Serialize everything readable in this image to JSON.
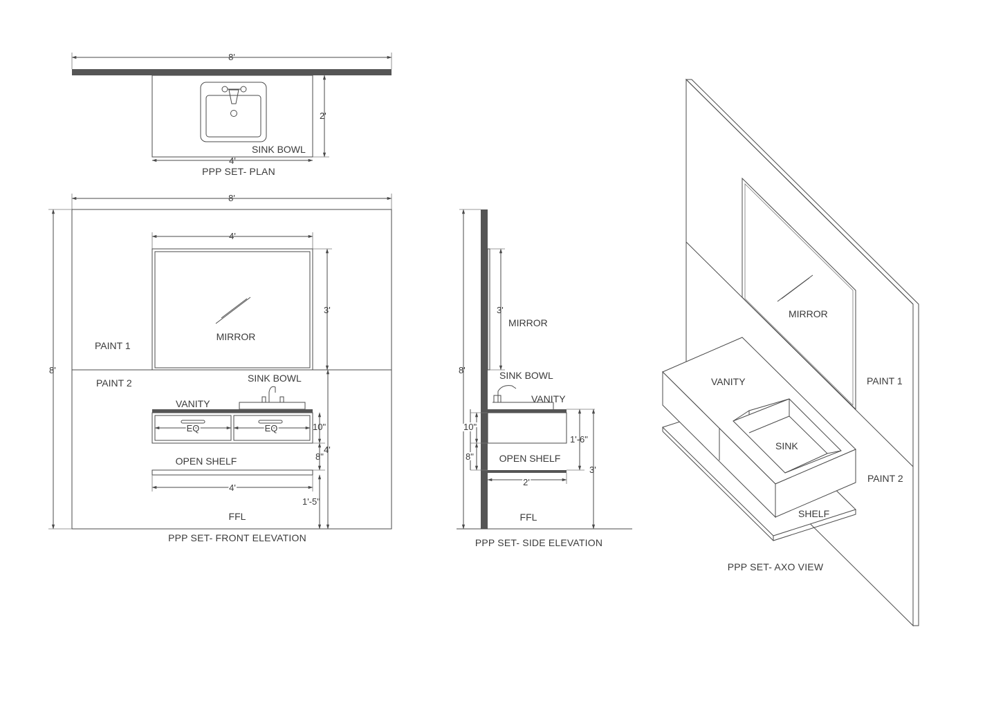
{
  "plan": {
    "title": "PPP SET- PLAN",
    "dim_width": "8'",
    "dim_vanity": "4'",
    "dim_depth": "2'",
    "sink_label": "SINK BOWL"
  },
  "front": {
    "title": "PPP SET- FRONT ELEVATION",
    "dim_width": "8'",
    "dim_height": "8'",
    "dim_mirror_w": "4'",
    "dim_mirror_h": "3'",
    "mirror": "MIRROR",
    "paint1": "PAINT 1",
    "paint2": "PAINT 2",
    "sink_bowl": "SINK BOWL",
    "vanity": "VANITY",
    "eq1": "EQ",
    "eq2": "EQ",
    "dim_vanity_h": "10\"",
    "dim_gap": "8\"",
    "dim_right_4": "4'",
    "open_shelf": "OPEN SHELF",
    "dim_shelf_w": "4'",
    "dim_shelf_h": "1'-5\"",
    "ffl": "FFL"
  },
  "side": {
    "title": "PPP SET- SIDE ELEVATION",
    "dim_height": "8'",
    "dim_mirror_h": "3'",
    "mirror": "MIRROR",
    "sink_bowl": "SINK BOWL",
    "vanity": "VANITY",
    "dim_vanity_h": "10\"",
    "dim_gap": "8\"",
    "dim_1_6": "1'-6\"",
    "open_shelf": "OPEN SHELF",
    "dim_depth": "2'",
    "dim_3": "3'",
    "ffl": "FFL"
  },
  "axo": {
    "title": "PPP SET- AXO VIEW",
    "mirror": "MIRROR",
    "vanity": "VANITY",
    "sink": "SINK",
    "paint1": "PAINT 1",
    "paint2": "PAINT 2",
    "shelf": "SHELF"
  }
}
